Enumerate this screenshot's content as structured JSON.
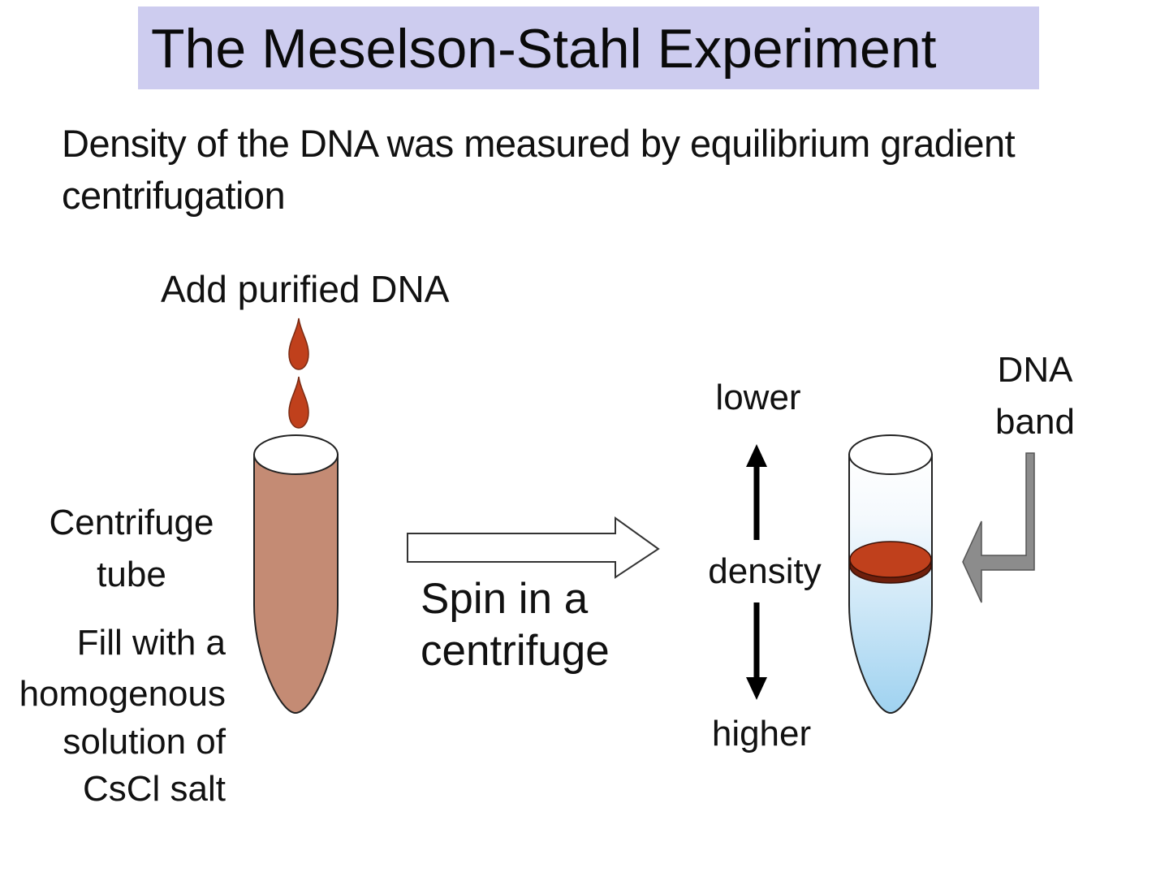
{
  "slide": {
    "title": "The Meselson-Stahl Experiment",
    "subtitle": "Density of the DNA was measured by equilibrium gradient centrifugation"
  },
  "left_panel": {
    "add_dna_label": "Add purified DNA",
    "tube_label_line1": "Centrifuge",
    "tube_label_line2": "tube",
    "fill_line1": "Fill with a",
    "fill_line2": "homogenous",
    "fill_line3": "solution of",
    "fill_line4": "CsCl salt",
    "tube_color": "#c48b74",
    "drop_color": "#c0401c"
  },
  "process": {
    "spin_line1": "Spin in a",
    "spin_line2": "centrifuge"
  },
  "right_panel": {
    "lower_label": "lower",
    "density_label": "density",
    "higher_label": "higher",
    "band_label_line1": "DNA",
    "band_label_line2": "band",
    "band_color": "#c0401c",
    "gradient_color": "#bfe0f5",
    "pointer_color": "#8c8c8c"
  },
  "colors": {
    "title_background": "#cdccef"
  }
}
